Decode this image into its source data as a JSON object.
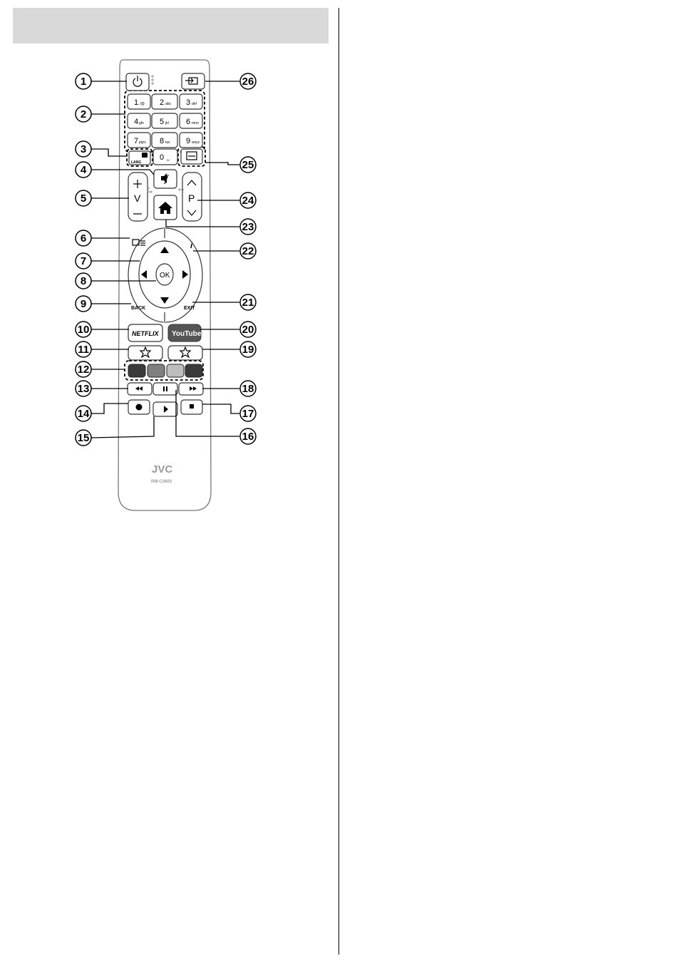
{
  "brand": "JVC",
  "model": "RM-C3603",
  "callouts": [
    "1",
    "2",
    "3",
    "4",
    "5",
    "6",
    "7",
    "8",
    "9",
    "10",
    "11",
    "12",
    "13",
    "14",
    "15",
    "16",
    "17",
    "18",
    "19",
    "20",
    "21",
    "22",
    "23",
    "24",
    "25",
    "26"
  ],
  "digits": [
    {
      "digit": "1",
      "letters": "./@"
    },
    {
      "digit": "2",
      "letters": "abc"
    },
    {
      "digit": "3",
      "letters": "def"
    },
    {
      "digit": "4",
      "letters": "ghi"
    },
    {
      "digit": "5",
      "letters": "jkl"
    },
    {
      "digit": "6",
      "letters": "mno"
    },
    {
      "digit": "7",
      "letters": "pqrs"
    },
    {
      "digit": "8",
      "letters": "tuv"
    },
    {
      "digit": "9",
      "letters": "wxyz"
    },
    {
      "digit": "0",
      "letters": "␣"
    }
  ],
  "keys": {
    "lang": "LANG",
    "volume": "V",
    "programme": "P",
    "ok": "OK",
    "back": "BACK",
    "exit": "EXIT",
    "info": "i",
    "netflix": "NETFLIX",
    "youtube": "YouTube"
  },
  "colors": {
    "color_keys": [
      "#3a3a3a",
      "#808080",
      "#bdbdbd",
      "#3a3a3a"
    ],
    "youtube_key": "#555555"
  }
}
